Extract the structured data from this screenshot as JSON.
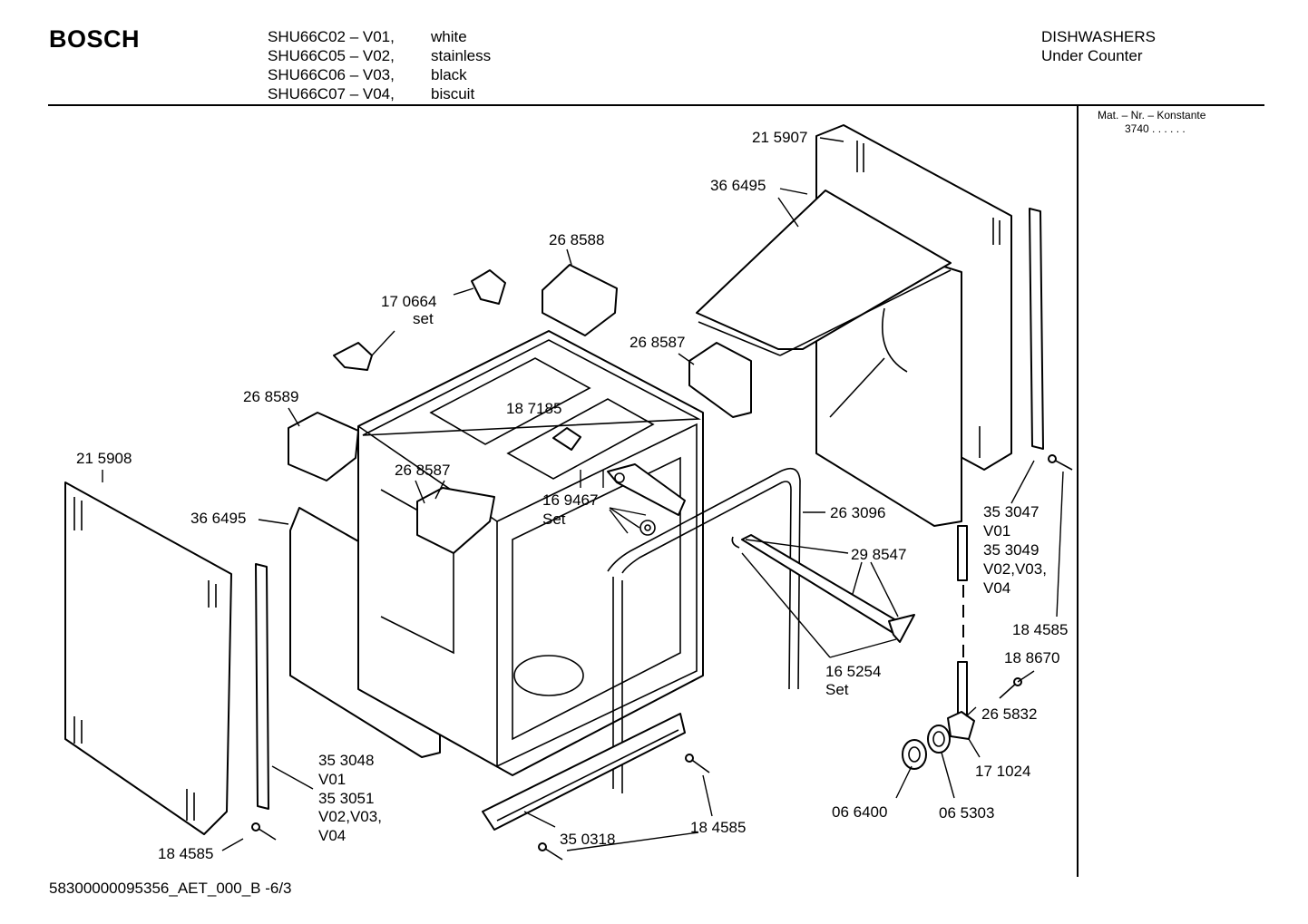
{
  "header": {
    "brand": "BOSCH",
    "models": [
      {
        "code": "SHU66C02 – V01,",
        "color": "white"
      },
      {
        "code": "SHU66C05 – V02,",
        "color": "stainless"
      },
      {
        "code": "SHU66C06 – V03,",
        "color": "black"
      },
      {
        "code": "SHU66C07 – V04,",
        "color": "biscuit"
      }
    ],
    "category": "DISHWASHERS",
    "subcategory": "Under Counter"
  },
  "side_panel": {
    "label": "Mat. – Nr. – Konstante",
    "value": "3740  .  .  .  .  .  ."
  },
  "labels": {
    "p215907": "21 5907",
    "p366495_top": "36 6495",
    "p268588": "26 8588",
    "p170664": "17 0664",
    "p170664_set": "set",
    "p268587_right": "26 8587",
    "p268589": "26 8589",
    "p187185": "18 7185",
    "p215908": "21 5908",
    "p268587_mid": "26 8587",
    "p169467": "16  9467",
    "p169467_set": "Set",
    "p263096": "26 3096",
    "p366495_left": "36 6495",
    "p298547": "29 8547",
    "p353047": "35 3047",
    "p353047_v": "V01",
    "p353049": "35 3049",
    "p353049_v1": "V02,V03,",
    "p353049_v2": "V04",
    "p184585_right": "18 4585",
    "p188670": "18 8670",
    "p165254": "16 5254",
    "p165254_set": "Set",
    "p265832": "26 5832",
    "p171024": "17 1024",
    "p353048": "35 3048",
    "p353048_v": "V01",
    "p353051": "35 3051",
    "p353051_v1": "V02,V03,",
    "p353051_v2": "V04",
    "p066400": "06 6400",
    "p065303": "06 5303",
    "p184585_mid": "18 4585",
    "p350318": "35 0318",
    "p184585_left": "18 4585"
  },
  "footer": {
    "doc_id": "58300000095356_AET_000_B  -6/3"
  }
}
